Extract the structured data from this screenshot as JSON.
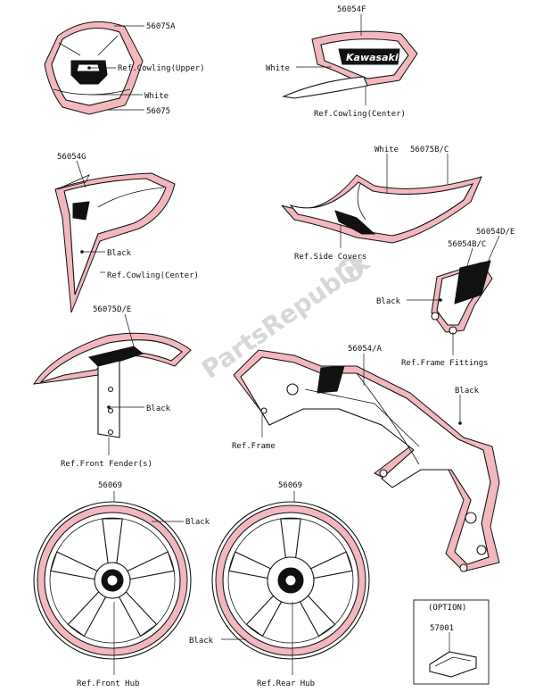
{
  "watermark": "PartsRepublik",
  "labels": {
    "p56075A": "56075A",
    "ref_cowling_upper": "Ref.Cowling(Upper)",
    "white_1": "White",
    "p56075": "56075",
    "p56054F": "56054F",
    "white_2": "White",
    "ref_cowling_center_1": "Ref.Cowling(Center)",
    "white_3": "White",
    "p56075B_C": "56075B/C",
    "ref_side_covers": "Ref.Side Covers",
    "p56054G": "56054G",
    "black_1": "Black",
    "ref_cowling_center_2": "Ref.Cowling(Center)",
    "p56054D_E": "56054D/E",
    "p56054B_C": "56054B/C",
    "black_2": "Black",
    "ref_frame_fittings": "Ref.Frame Fittings",
    "p56075D_E": "56075D/E",
    "black_3": "Black",
    "ref_front_fender": "Ref.Front Fender(s)",
    "p56054_A": "56054/A",
    "black_4": "Black",
    "ref_frame": "Ref.Frame",
    "p56069_front": "56069",
    "black_5": "Black",
    "ref_front_hub": "Ref.Front Hub",
    "p56069_rear": "56069",
    "black_6": "Black",
    "ref_rear_hub": "Ref.Rear Hub",
    "option": "(OPTION)",
    "p57001": "57001",
    "logo_text": "Kawasaki"
  },
  "colors": {
    "accent_red": "#f2b8bd",
    "ink": "#111111",
    "watermark": "#d7d7d7"
  },
  "icons": [
    "gear-icon"
  ]
}
